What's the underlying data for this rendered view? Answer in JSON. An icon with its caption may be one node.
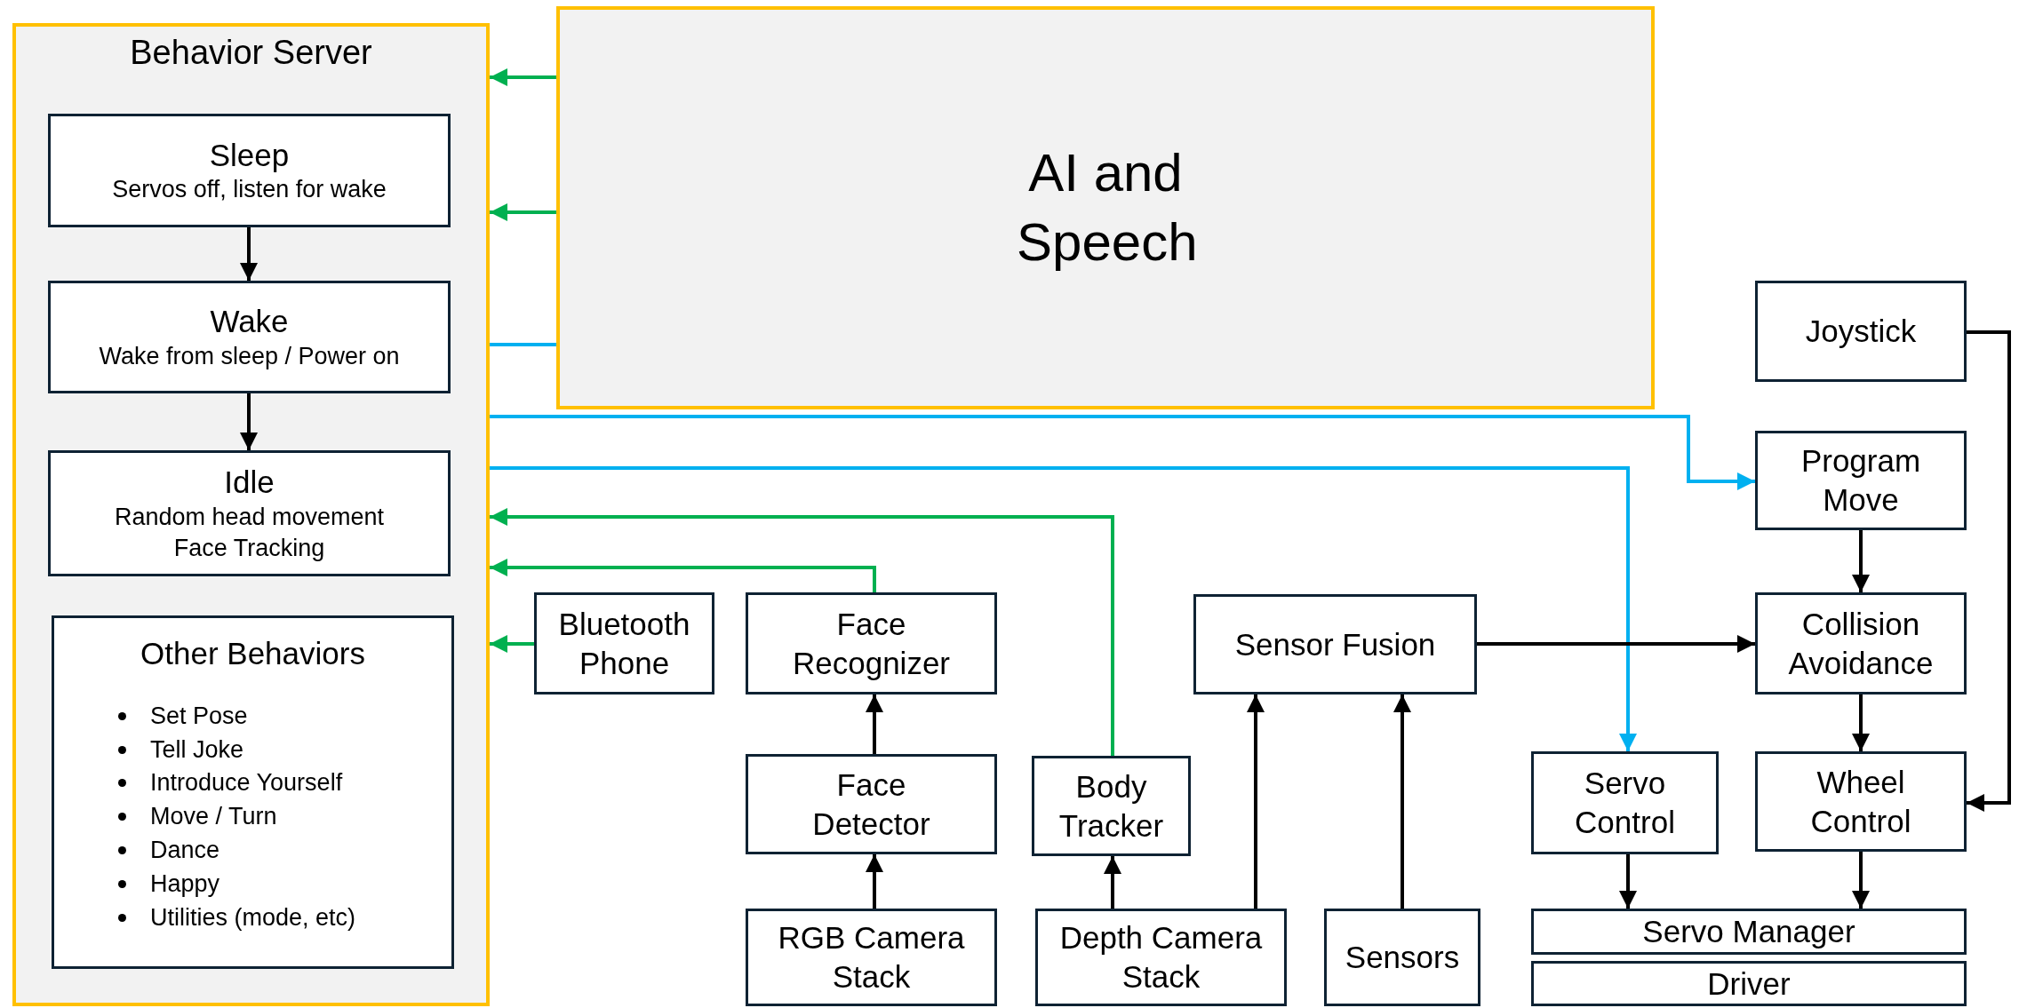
{
  "diagram": {
    "nodes": [
      {
        "text": [
          "Behavior Server"
        ]
      },
      {
        "text": [
          "Sleep",
          "Servos off, listen for wake"
        ],
        "in": 0
      },
      {
        "text": [
          "Wake",
          "Wake from sleep / Power on"
        ],
        "in": 0
      },
      {
        "text": [
          "Idle",
          "Random head movement Face Tracking"
        ],
        "in": 0
      },
      {
        "text": [
          "Other Behaviors",
          "Set Pose",
          "Tell Joke",
          "Introduce Yourself",
          "Move / Turn",
          "Dance",
          "Happy",
          "Utilities (mode, etc)"
        ],
        "in": 0
      },
      {
        "text": [
          "AI and Speech"
        ]
      },
      {
        "text": [
          "Joystick"
        ]
      },
      {
        "text": [
          "Program Move"
        ]
      },
      {
        "text": [
          "Bluetooth Phone"
        ]
      },
      {
        "text": [
          "Face Recognizer"
        ]
      },
      {
        "text": [
          "Sensor Fusion"
        ]
      },
      {
        "text": [
          "Collision Avoidance"
        ]
      },
      {
        "text": [
          "Face Detector"
        ]
      },
      {
        "text": [
          "Body Tracker"
        ]
      },
      {
        "text": [
          "Servo Control"
        ]
      },
      {
        "text": [
          "Wheel Control"
        ]
      },
      {
        "text": [
          "RGB Camera Stack"
        ]
      },
      {
        "text": [
          "Depth Camera Stack"
        ]
      },
      {
        "text": [
          "Sensors"
        ]
      },
      {
        "text": [
          "Servo Manager"
        ]
      },
      {
        "text": [
          "Driver"
        ]
      }
    ],
    "edges": [
      {
        "from": 1,
        "to": 2,
        "arrow": "to"
      },
      {
        "from": 2,
        "to": 3,
        "arrow": "to"
      },
      {
        "from": 5,
        "to": 0,
        "arrow": "to",
        "color": "#00b050"
      },
      {
        "from": 5,
        "to": 0,
        "arrow": "to",
        "color": "#00b050"
      },
      {
        "from": 0,
        "to": 5,
        "arrow": "none",
        "color": "#00b0f0"
      },
      {
        "from": 0,
        "to": 7,
        "arrow": "to",
        "color": "#00b0f0"
      },
      {
        "from": 0,
        "to": 14,
        "arrow": "to",
        "color": "#00b0f0"
      },
      {
        "from": 13,
        "to": 0,
        "arrow": "to",
        "color": "#00b050"
      },
      {
        "from": 9,
        "to": 0,
        "arrow": "to",
        "color": "#00b050"
      },
      {
        "from": 8,
        "to": 0,
        "arrow": "to",
        "color": "#00b050"
      },
      {
        "from": 12,
        "to": 9,
        "arrow": "to"
      },
      {
        "from": 16,
        "to": 12,
        "arrow": "to"
      },
      {
        "from": 17,
        "to": 13,
        "arrow": "to"
      },
      {
        "from": 17,
        "to": 10,
        "arrow": "to"
      },
      {
        "from": 18,
        "to": 10,
        "arrow": "to"
      },
      {
        "from": 10,
        "to": 11,
        "arrow": "to"
      },
      {
        "from": 7,
        "to": 11,
        "arrow": "to"
      },
      {
        "from": 11,
        "to": 15,
        "arrow": "to"
      },
      {
        "from": 6,
        "to": 15,
        "arrow": "to"
      },
      {
        "from": 14,
        "to": 19,
        "arrow": "to"
      },
      {
        "from": 15,
        "to": 19,
        "arrow": "to"
      }
    ]
  }
}
